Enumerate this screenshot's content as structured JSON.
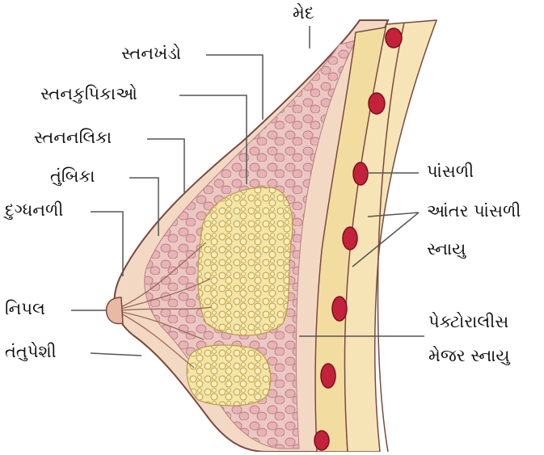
{
  "labels": {
    "fat": "મેદ",
    "lobe": "સ્તનખંડો",
    "lobules": "સ્તનકુપિકાઓ",
    "duct": "સ્તનનલિકા",
    "ampulla": "તુંબિકા",
    "milk_duct": "દુગ્ધનળી",
    "nipple": "નિપલ",
    "connective": "તંતુપેશી",
    "rib": "પાંસળી",
    "intercostal_line1": "આંતર પાંસળી",
    "intercostal_line2": "સ્નાયુ",
    "pectoralis_line1": "પેક્ટોરાલીસ",
    "pectoralis_line2": "મેજર સ્નાયુ"
  },
  "colors": {
    "skin": "#f3d9c4",
    "tissue": "#ecc8c3",
    "fat_lobule": "#e9b7b9",
    "gland": "#f6e6a6",
    "muscle": "#f3dca0",
    "rib": "#c2223a",
    "outline": "#7a4a40",
    "leader": "#555555"
  }
}
